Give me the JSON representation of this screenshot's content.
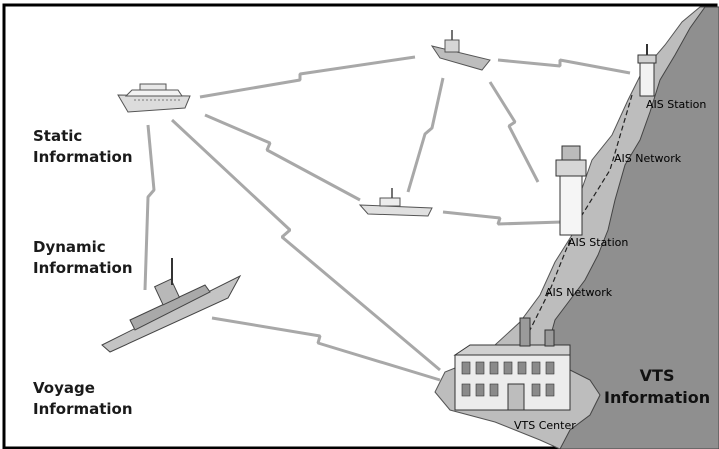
{
  "labels": {
    "static_information": "Static\nInformation",
    "dynamic_information": "Dynamic\nInformation",
    "voyage_information": "Voyage\nInformation",
    "ais_station_top": "AIS Station",
    "ais_network_top": "AIS Network",
    "ais_station_mid": "AIS Station",
    "ais_network_bottom": "AIS Network",
    "vts_information": "VTS\nInformation",
    "vts_center": "VTS Center"
  },
  "colors": {
    "frame": "#000000",
    "coast_outer": "#bdbdbd",
    "coast_inner": "#8f8f8f",
    "link": "#a8a8a8",
    "ship_hull": "#dcdcdc",
    "ship_outline": "#555555"
  },
  "icons": [
    "cruise-ship-icon",
    "frigate-icon",
    "patrol-ship-icon",
    "warship-icon",
    "lighthouse-icon",
    "building-icon"
  ]
}
